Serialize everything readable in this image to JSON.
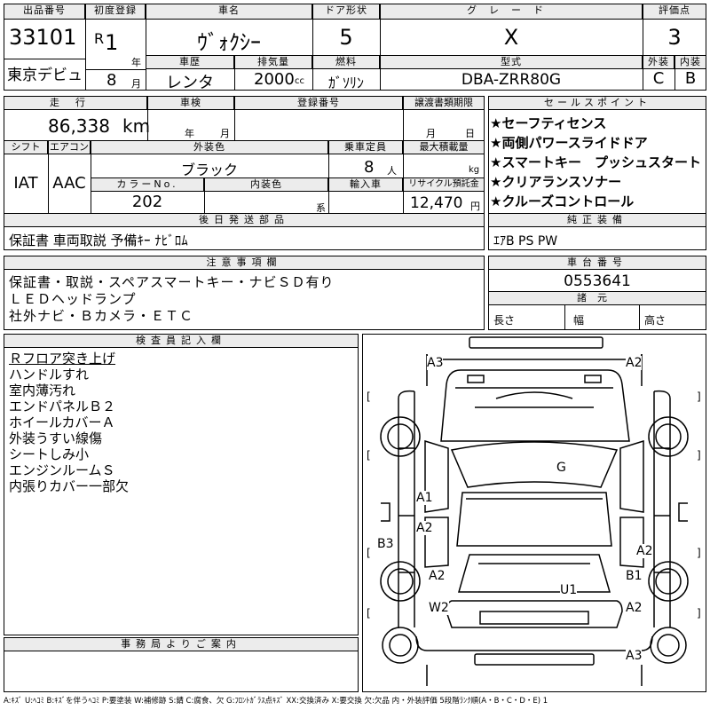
{
  "header": {
    "lot_label": "出品番号",
    "lot_number": "33101",
    "auction_name": "東京デビュ",
    "first_reg_label": "初度登録",
    "era": "R",
    "year": "1",
    "year_unit": "年",
    "month": "8",
    "month_unit": "月",
    "car_name_label": "車名",
    "car_name": "ｳﾞｫｸｼｰ",
    "door_label": "ドア形状",
    "doors": "5",
    "grade_label": "グレード",
    "grade": "X",
    "score_label": "評価点",
    "score": "3",
    "history_label": "車歴",
    "history": "レンタ",
    "displacement_label": "排気量",
    "displacement": "2000",
    "displacement_unit": "cc",
    "fuel_label": "燃料",
    "fuel": "ｶﾞｿﾘﾝ",
    "model_label": "型式",
    "model": "DBA-ZRR80G",
    "exterior_grade_label": "外装",
    "exterior_grade": "C",
    "interior_grade_label": "内装",
    "interior_grade": "B"
  },
  "details": {
    "mileage_label": "走行",
    "mileage": "86,338",
    "mileage_unit": "km",
    "inspection_label": "車検",
    "inspection_year_unit": "年",
    "inspection_month_unit": "月",
    "plate_label": "登録番号",
    "transfer_label": "譲渡書類期限",
    "transfer_month_unit": "月",
    "transfer_day_unit": "日",
    "shift_label": "シフト",
    "shift": "IAT",
    "ac_label": "エアコン",
    "ac": "AAC",
    "color_label": "外装色",
    "color": "ブラック",
    "capacity_label": "乗車定員",
    "capacity": "8",
    "capacity_unit": "人",
    "load_label": "最大積載量",
    "load_unit": "kg",
    "color_no_label": "カラーNo.",
    "color_no": "202",
    "interior_color_label": "内装色",
    "interior_color_unit": "系",
    "import_label": "輸入車",
    "recycle_label": "リサイクル預託金",
    "recycle": "12,470",
    "recycle_unit": "円"
  },
  "sales_points": {
    "label": "セールスポイント",
    "items": [
      "★セーフティセンス",
      "★両側パワースライドドア",
      "★スマートキー　プッシュスタート",
      "★クリアランスソナー",
      "★クルーズコントロール"
    ]
  },
  "later_parts": {
    "label": "後日発送部品",
    "value": "保証書 車両取説 予備ｷｰ ﾅﾋﾞﾛﾑ"
  },
  "factory_equipment": {
    "label": "純正装備",
    "value": "ｴｱB PS PW"
  },
  "notes": {
    "label": "注意事項欄",
    "lines": [
      "保証書・取説・スペアスマートキー・ナビＳＤ有り",
      "ＬＥＤヘッドランプ",
      "社外ナビ・Ｂカメラ・ＥＴＣ"
    ]
  },
  "chassis": {
    "label": "車台番号",
    "value": "0553641"
  },
  "specs": {
    "label": "諸元",
    "length_label": "長さ",
    "width_label": "幅",
    "height_label": "高さ"
  },
  "inspector": {
    "label": "検査員記入欄",
    "lines": [
      "Ｒフロア突き上げ",
      "ハンドルすれ",
      "室内薄汚れ",
      "エンドパネルＢ２",
      "ホイールカバーＡ",
      "外装うすい線傷",
      "シートしみ小",
      "エンジンルームＳ",
      "内張りカバー一部欠"
    ]
  },
  "office": {
    "label": "事務局よりご案内"
  },
  "diagram_marks": [
    "A3",
    "A2",
    "G",
    "A1",
    "A2",
    "B3",
    "A2",
    "A2",
    "B1",
    "U1",
    "W2",
    "A2",
    "A3"
  ],
  "legend": "A:ｷｽﾞ U:ﾍｺﾐ B:ｷｽﾞを伴うﾍｺﾐ P:要塗装 W:補修跡 S:錆 C:腐食、欠 G:ﾌﾛﾝﾄｶﾞﾗｽ点ｷｽﾞ XX:交換済み X:要交換 欠:欠品 内・外装評価 5段階ﾗﾝｸ順(A・B・C・D・E) 1"
}
